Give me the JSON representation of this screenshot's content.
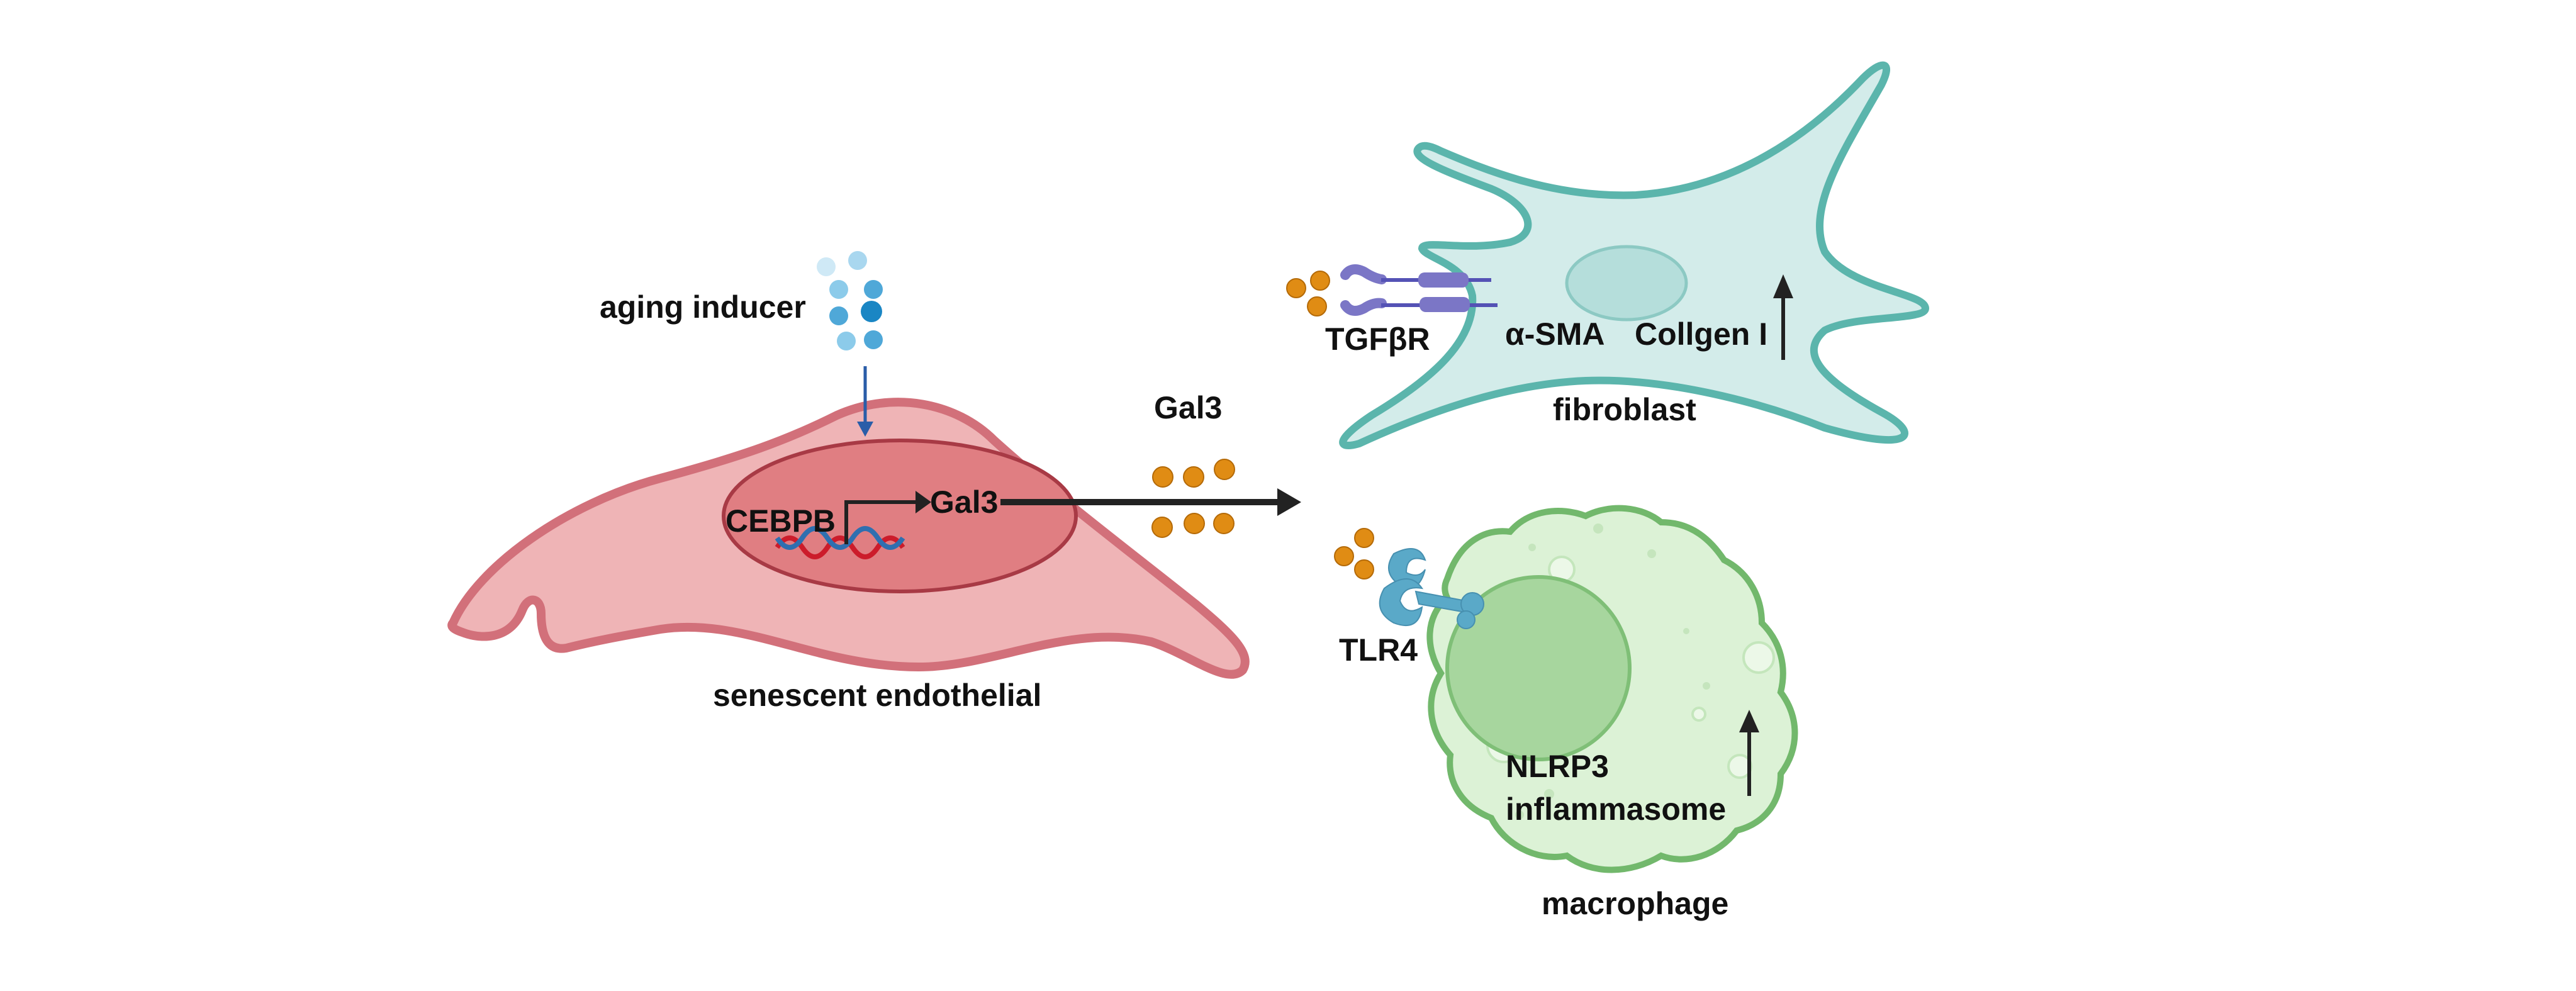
{
  "title": "Senescent endothelial Gal3 signaling to fibroblasts and macrophages",
  "labels": {
    "aging_inducer": "aging inducer",
    "cebpb": "CEBPB",
    "gal3_gene": "Gal3",
    "gal3_secreted": "Gal3",
    "senescent_endothelial": "senescent endothelial",
    "tgfbr": "TGFβR",
    "asma": "α-SMA",
    "collagen": "Collgen I",
    "fibroblast": "fibroblast",
    "tlr4": "TLR4",
    "nlrp3": "NLRP3",
    "inflammasome": "inflammasome",
    "macrophage": "macrophage"
  },
  "colors": {
    "endothelial_fill": "#efb4b6",
    "endothelial_stroke": "#d2707a",
    "endothelial_nucleus": "#e07e82",
    "fibroblast_fill": "#d3ecea",
    "fibroblast_stroke": "#5bb5ac",
    "macrophage_fill": "#dcf2d6",
    "macrophage_stroke": "#72b86c",
    "macrophage_nucleus": "#a7d69e",
    "gal3_dot": "#e08c14",
    "receptor_tgfbr": "#7b76c6",
    "receptor_tlr4": "#5aa9c8",
    "aging_dot": "#4fa8d8",
    "arrow": "#222222"
  },
  "regulation": {
    "fibroblast": "up",
    "macrophage": "up"
  }
}
